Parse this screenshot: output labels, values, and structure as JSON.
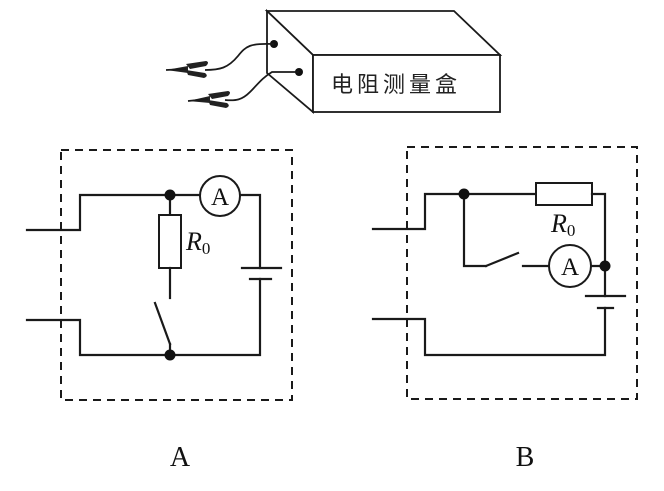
{
  "device": {
    "box_label": "电阻测量盒",
    "lead_count": 2,
    "lead_type": "alligator-clip"
  },
  "circuits": [
    {
      "id": "A",
      "caption": "A",
      "ammeter_symbol": "A",
      "resistor_label": "R",
      "resistor_subscript": "0",
      "components": [
        "terminals",
        "ammeter",
        "resistor R0",
        "switch",
        "battery"
      ],
      "topology": "R0 in series with switch between two terminals; ammeter and battery in series between terminals"
    },
    {
      "id": "B",
      "caption": "B",
      "ammeter_symbol": "A",
      "resistor_label": "R",
      "resistor_subscript": "0",
      "components": [
        "terminals",
        "resistor R0",
        "switch",
        "ammeter",
        "battery"
      ],
      "topology": "R0 in parallel with switch + ammeter; combination in series with battery between terminals"
    }
  ]
}
